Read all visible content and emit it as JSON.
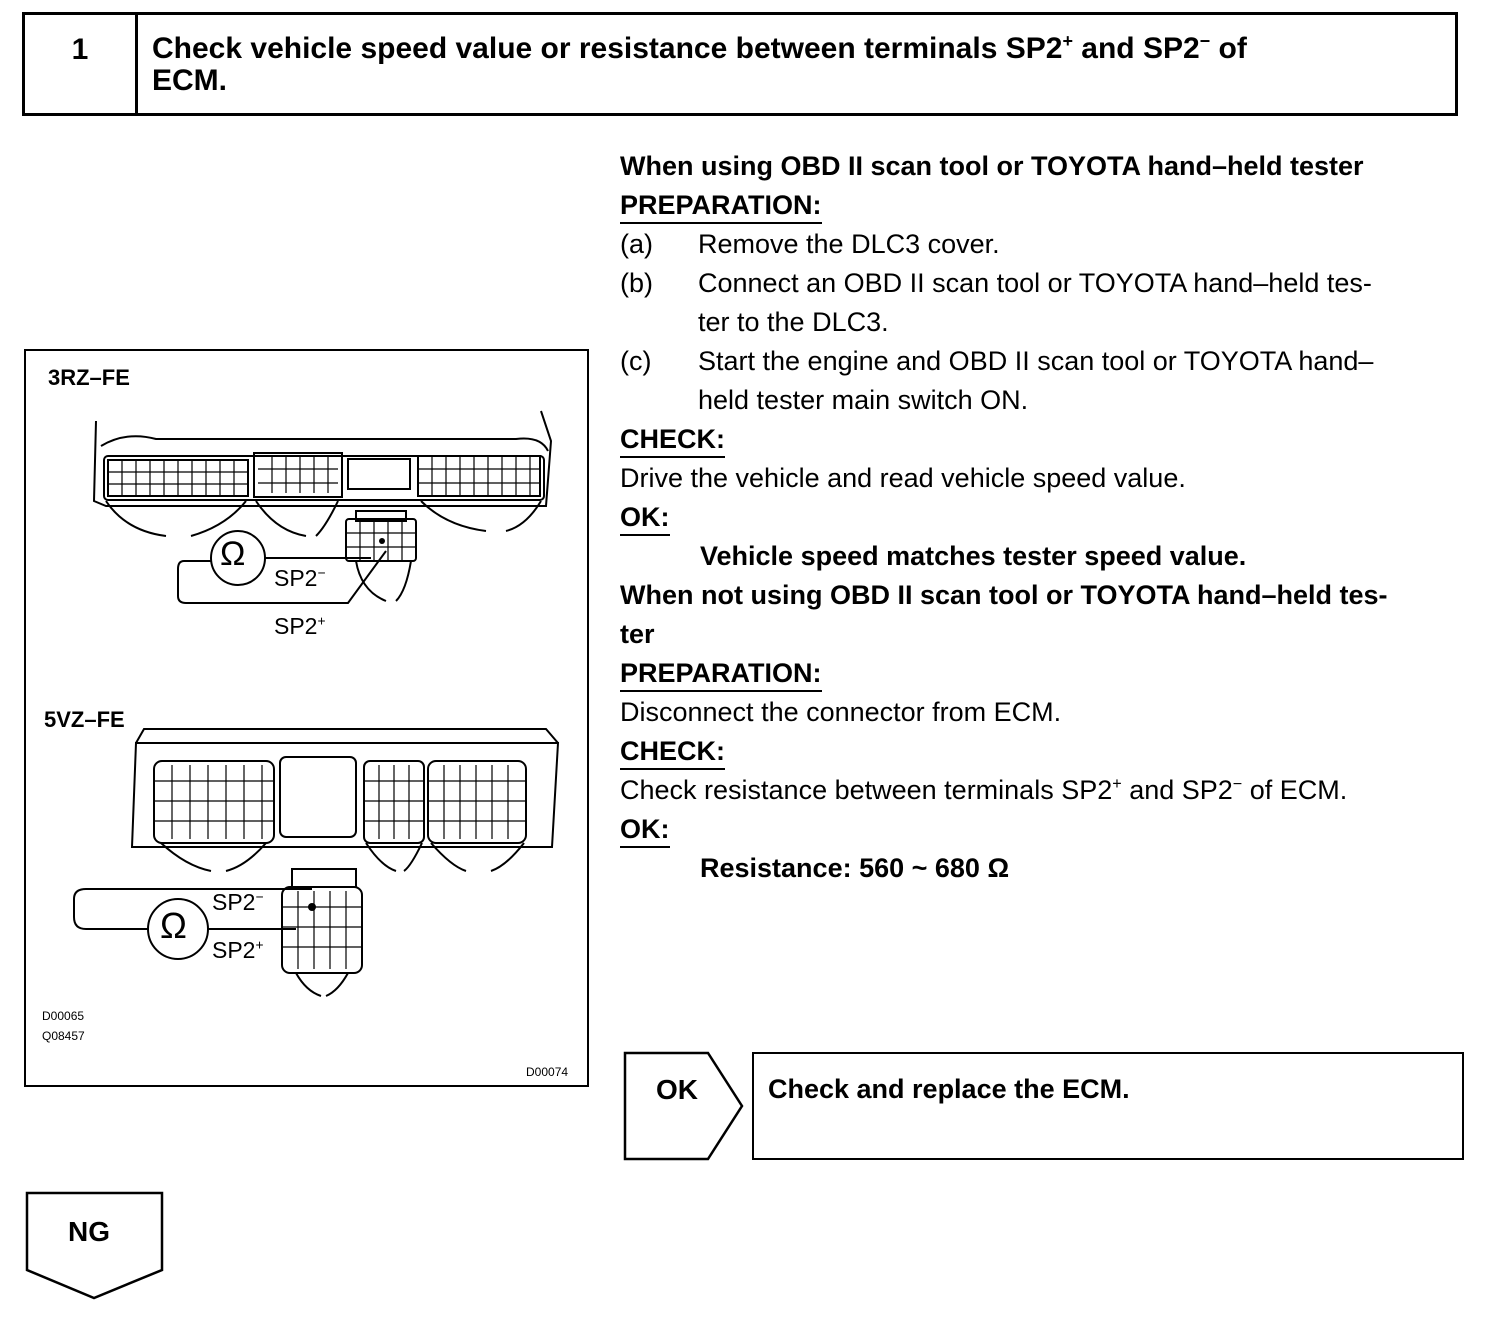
{
  "step": {
    "number": "1",
    "title_a": "Check vehicle speed value or resistance between terminals SP2",
    "plus": "+",
    "title_b": " and SP2",
    "minus": "−",
    "title_c": " of",
    "title_d": "ECM."
  },
  "section1": {
    "heading": "When using OBD II scan tool or TOYOTA hand–held tester",
    "preparation_label": "PREPARATION:",
    "steps": [
      {
        "label": "(a)",
        "lines": [
          "Remove the DLC3 cover."
        ]
      },
      {
        "label": "(b)",
        "lines": [
          "Connect an OBD II scan tool or TOYOTA hand–held tes-",
          "ter to the DLC3."
        ]
      },
      {
        "label": "(c)",
        "lines": [
          "Start the engine and OBD II scan tool or TOYOTA hand–",
          "held tester main switch ON."
        ]
      }
    ],
    "check_label": "CHECK:",
    "check_text": "Drive the vehicle and read vehicle speed value.",
    "ok_label": "OK:",
    "ok_text": "Vehicle speed matches tester speed value."
  },
  "section2": {
    "heading_line1": "When not using OBD II scan tool or TOYOTA hand–held tes-",
    "heading_line2": "ter",
    "preparation_label": "PREPARATION:",
    "preparation_text": "Disconnect the connector from ECM.",
    "check_label": "CHECK:",
    "check_text_a": "Check resistance between terminals SP2",
    "check_text_b": " and SP2",
    "check_text_c": " of ECM.",
    "ok_label": "OK:",
    "ok_text": "Resistance: 560 ~ 680 Ω"
  },
  "figure": {
    "engine1": "3RZ–FE",
    "engine2": "5VZ–FE",
    "sp2_minus": "SP2",
    "sp2_plus": "SP2",
    "ohm": "Ω",
    "code1": "D00065",
    "code2": "Q08457",
    "code3": "D00074"
  },
  "result": {
    "ok_label": "OK",
    "ok_action": "Check and replace the ECM.",
    "ng_label": "NG"
  }
}
